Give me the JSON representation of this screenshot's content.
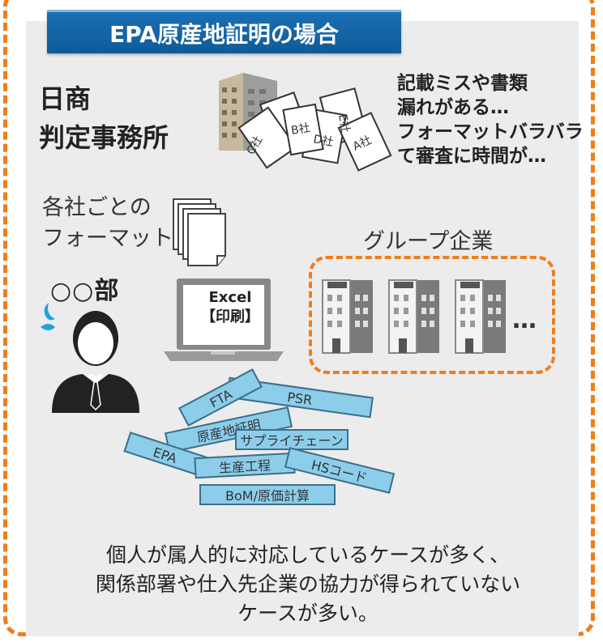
{
  "title": "EPA原産地証明の場合",
  "office": {
    "line1": "日商",
    "line2": "判定事務所"
  },
  "complaint": "記載ミスや書類\n漏れがある…\nフォーマットバラバラ\nて審査に時間が…",
  "document_labels": [
    "E社",
    "B社",
    "D社",
    "A社",
    "C社"
  ],
  "format_label": "各社ごとの\nフォーマット",
  "department": {
    "prefix": "○○",
    "suffix": "部"
  },
  "laptop": {
    "line1": "Excel",
    "line2": "【印刷】"
  },
  "group_label": "グループ企業",
  "group_ellipsis": "…",
  "tags": [
    "FTA",
    "PSR",
    "原産地証明",
    "サプライチェーン",
    "EPA",
    "生産工程",
    "HSコード",
    "BoM/原価計算"
  ],
  "note": "個人が属人的に対応しているケースが多く、\n関係部署や仕入先企業の協力が得られていない\nケースが多い。",
  "colors": {
    "accent_orange": "#f07d1a",
    "banner_blue": "#1565a8",
    "tag_blue": "#8ccdea",
    "panel_gray": "#ececec"
  }
}
